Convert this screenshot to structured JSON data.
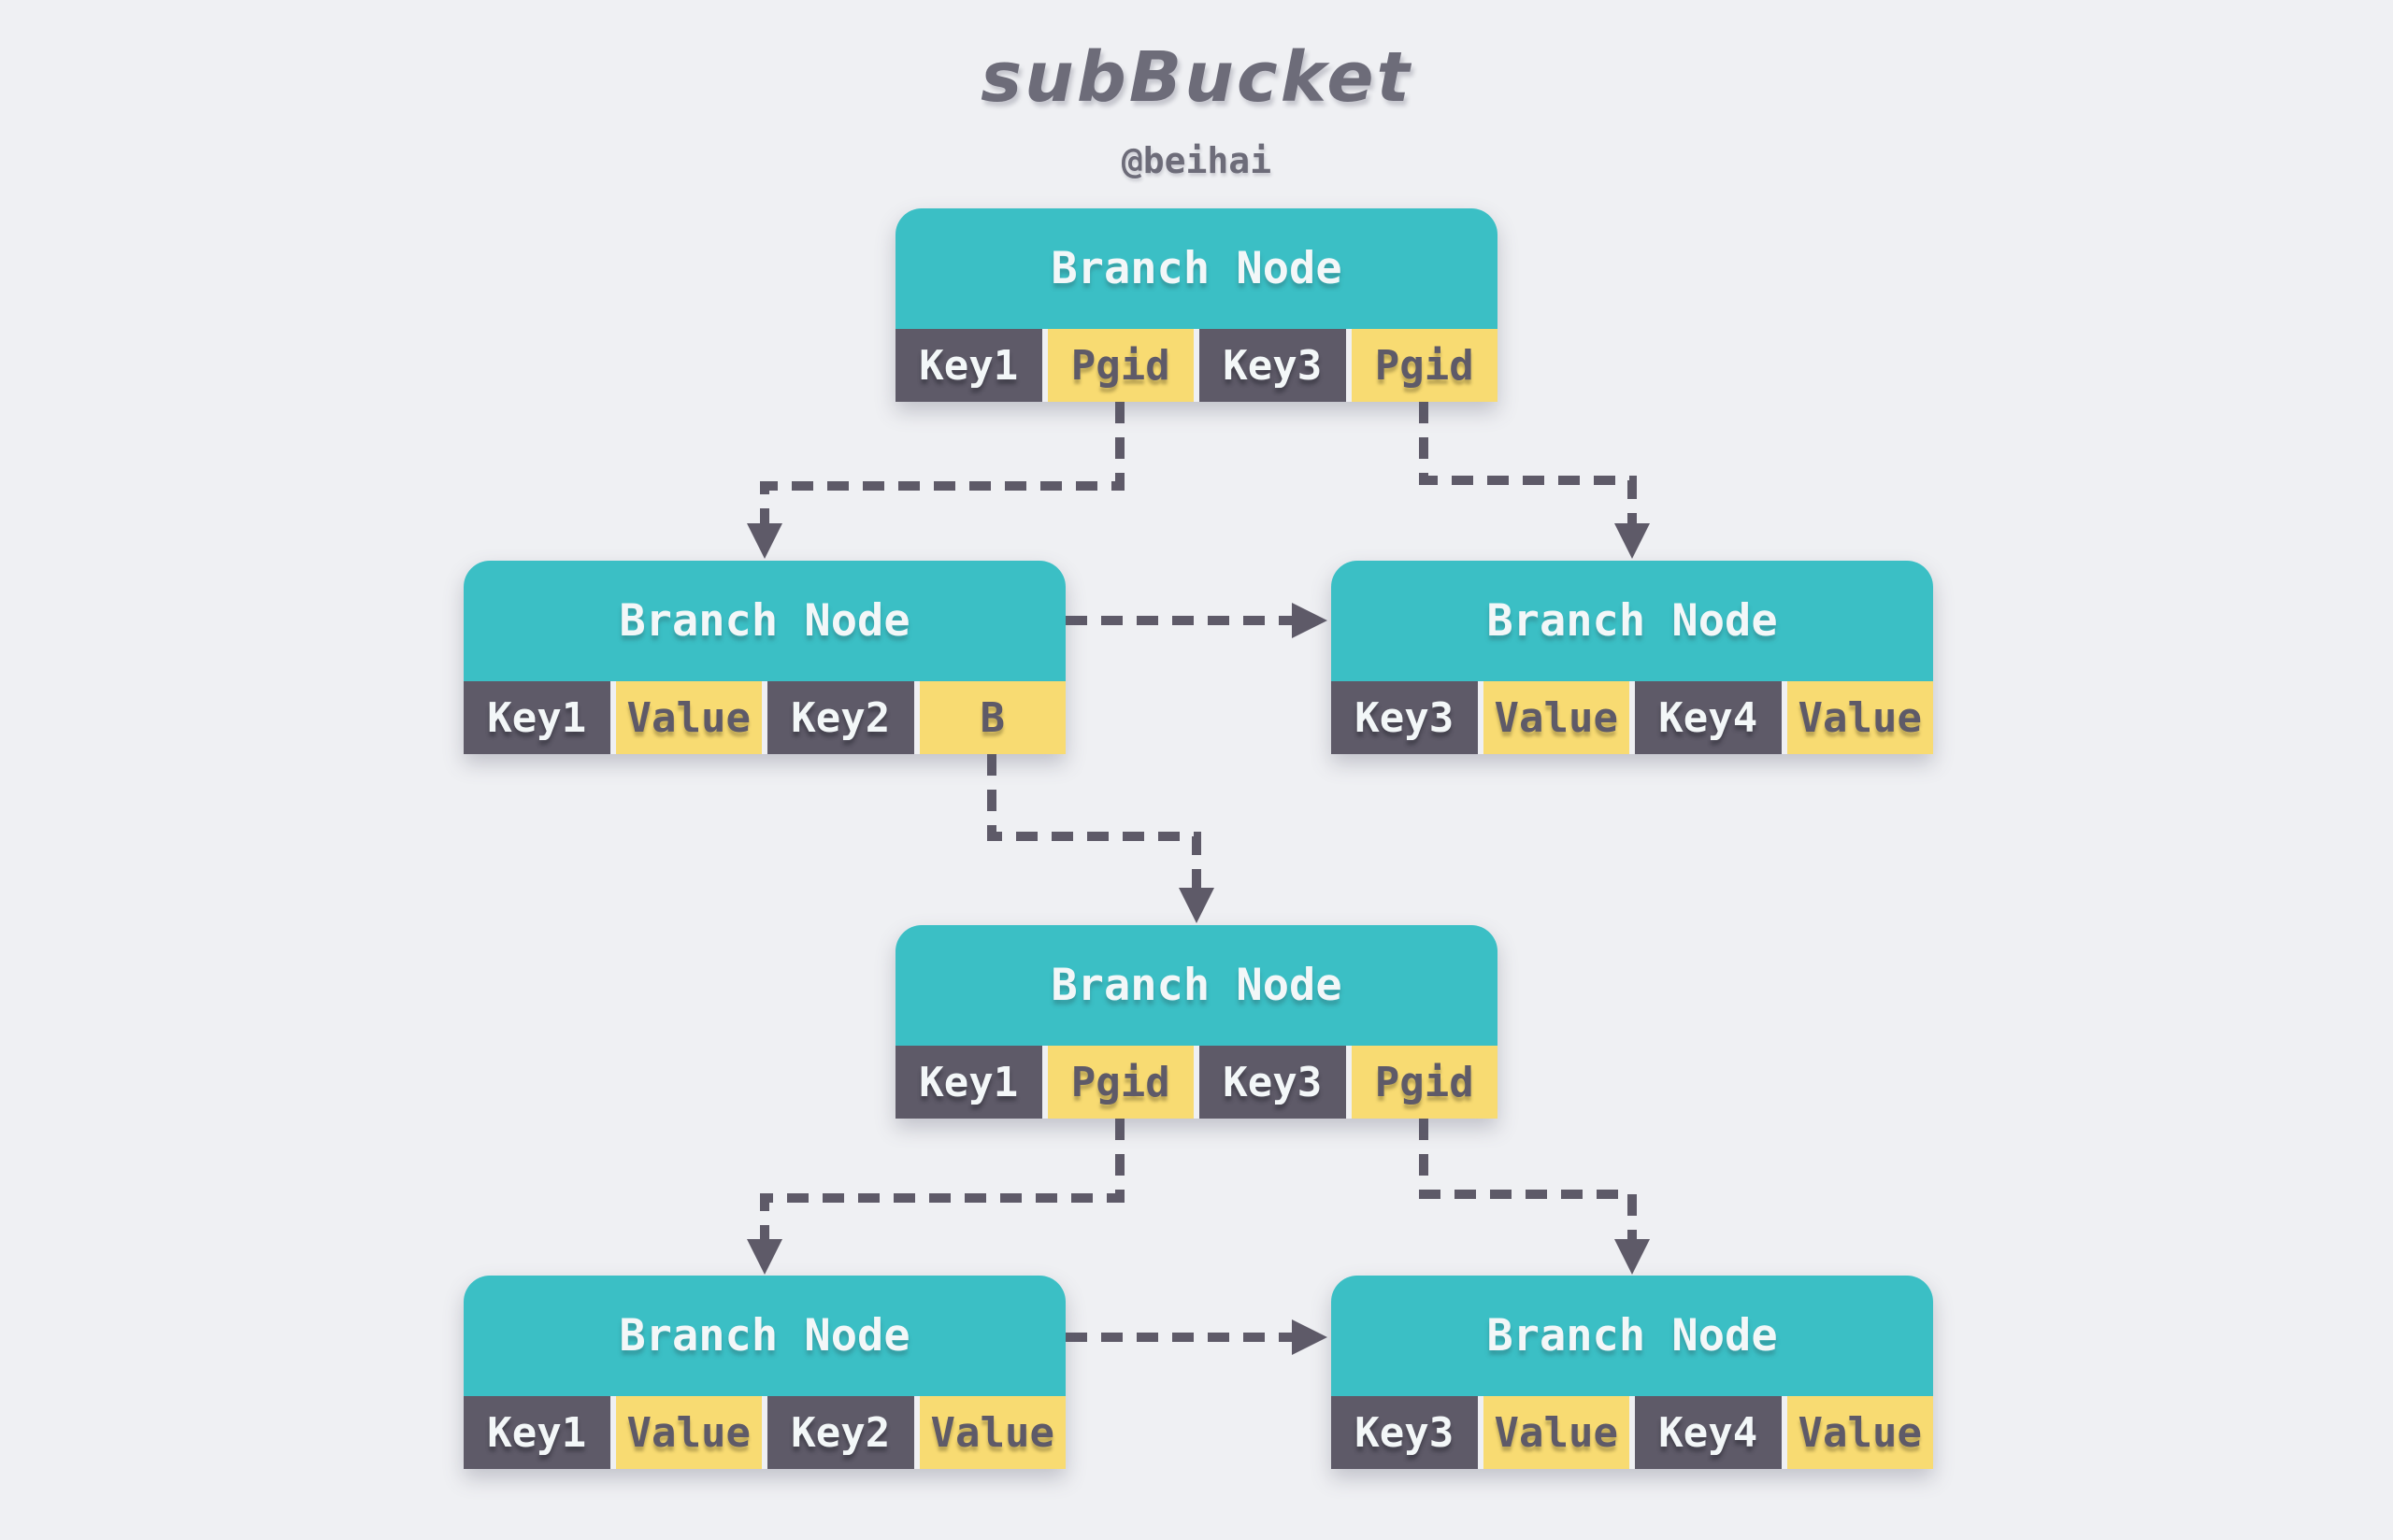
{
  "title": "subBucket",
  "author": "@beihai",
  "colors": {
    "teal": "#3bbfc5",
    "dark_cell": "#5e5a68",
    "yellow_cell": "#f8db72",
    "background": "#eff0f3",
    "title_text": "#6d6c79",
    "arrow": "#5e5a68"
  },
  "nodes": [
    {
      "title": "Branch Node",
      "cells": [
        {
          "label": "Key1"
        },
        {
          "label": "Pgid"
        },
        {
          "label": "Key3"
        },
        {
          "label": "Pgid"
        }
      ]
    },
    {
      "title": "Branch Node",
      "cells": [
        {
          "label": "Key1"
        },
        {
          "label": "Value"
        },
        {
          "label": "Key2"
        },
        {
          "label": "B"
        }
      ]
    },
    {
      "title": "Branch Node",
      "cells": [
        {
          "label": "Key3"
        },
        {
          "label": "Value"
        },
        {
          "label": "Key4"
        },
        {
          "label": "Value"
        }
      ]
    },
    {
      "title": "Branch Node",
      "cells": [
        {
          "label": "Key1"
        },
        {
          "label": "Pgid"
        },
        {
          "label": "Key3"
        },
        {
          "label": "Pgid"
        }
      ]
    },
    {
      "title": "Branch Node",
      "cells": [
        {
          "label": "Key1"
        },
        {
          "label": "Value"
        },
        {
          "label": "Key2"
        },
        {
          "label": "Value"
        }
      ]
    },
    {
      "title": "Branch Node",
      "cells": [
        {
          "label": "Key3"
        },
        {
          "label": "Value"
        },
        {
          "label": "Key4"
        },
        {
          "label": "Value"
        }
      ]
    }
  ]
}
